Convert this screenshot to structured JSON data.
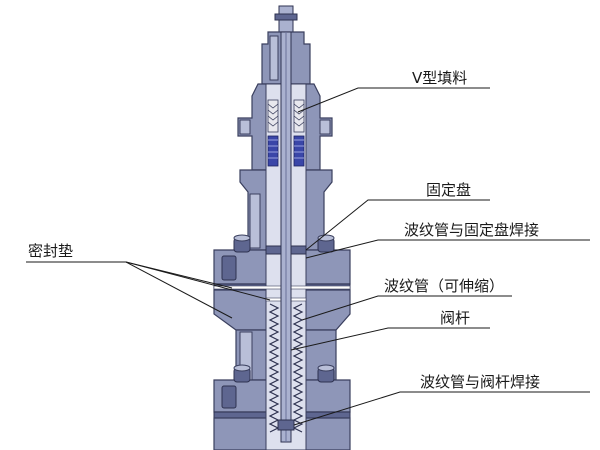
{
  "labels": {
    "v_packing": "V型填料",
    "fixed_disc": "固定盘",
    "bellows_weld_fixed_disc": "波纹管与固定盘焊接",
    "bellows": "波纹管（可伸缩）",
    "valve_stem": "阀杆",
    "bellows_weld_stem": "波纹管与阀杆焊接",
    "seal_gasket": "密封垫"
  },
  "colors": {
    "body": "#8e96b8",
    "body_dark": "#5e6690",
    "body_light": "#b9bfd8",
    "packing": "#3a46a8",
    "outline": "#3a3f5e"
  }
}
